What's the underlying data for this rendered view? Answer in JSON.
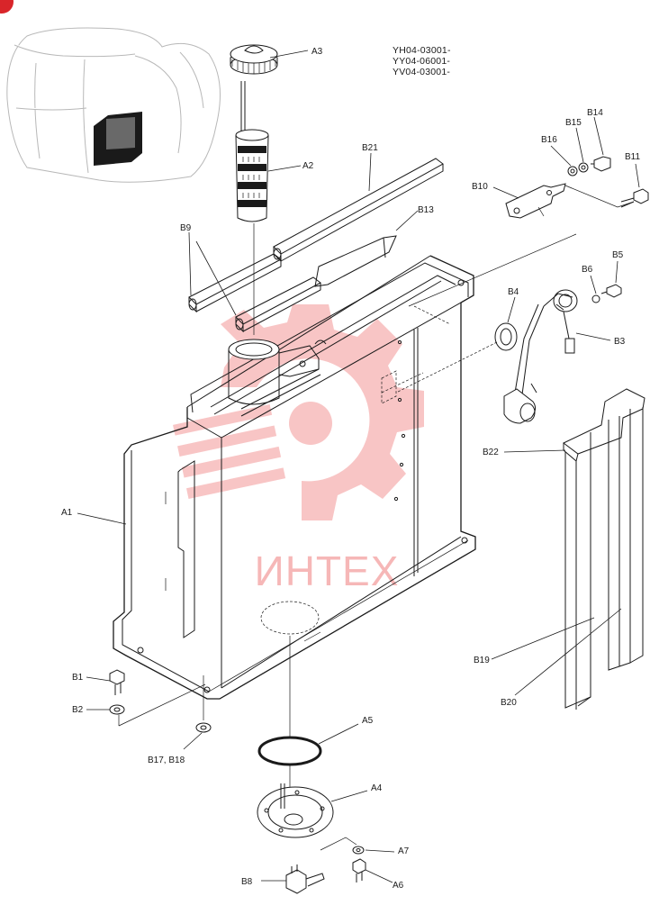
{
  "serial_numbers": [
    "YH04-03001-",
    "YY04-06001-",
    "YV04-03001-"
  ],
  "watermark_text": "ИНТЕХ",
  "colors": {
    "line": "#1a1a1a",
    "watermark": "#f08080",
    "badge": "#d9252a",
    "locator_gray": "#b8b8b8"
  },
  "labels": {
    "A1": "A1",
    "A2": "A2",
    "A3": "A3",
    "A4": "A4",
    "A5": "A5",
    "A6": "A6",
    "A7": "A7",
    "B1": "B1",
    "B2": "B2",
    "B3": "B3",
    "B4": "B4",
    "B5": "B5",
    "B6": "B6",
    "B8": "B8",
    "B9": "B9",
    "B10": "B10",
    "B11": "B11",
    "B13": "B13",
    "B14": "B14",
    "B15": "B15",
    "B16": "B16",
    "B17_B18": "B17, B18",
    "B19": "B19",
    "B20": "B20",
    "B21": "B21",
    "B22": "B22"
  }
}
